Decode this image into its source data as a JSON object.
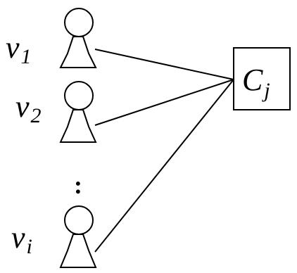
{
  "nodes": [
    {
      "id": "v1",
      "base": "v",
      "sub": "1"
    },
    {
      "id": "v2",
      "base": "v",
      "sub": "2"
    },
    {
      "id": "vi",
      "base": "v",
      "sub": "i"
    }
  ],
  "target": {
    "base": "C",
    "sub": "j"
  },
  "ellipsis": ":",
  "colors": {
    "stroke": "#000000",
    "background": "#ffffff"
  }
}
